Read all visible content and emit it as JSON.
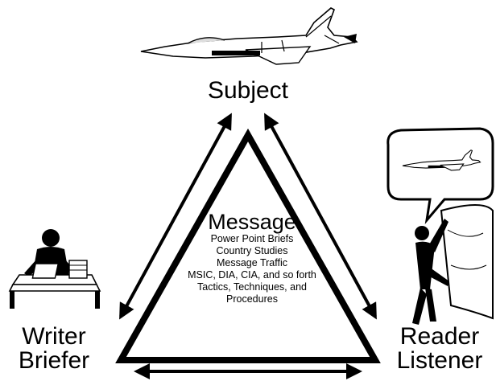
{
  "nodes": {
    "subject": {
      "label": "Subject",
      "icon": "fighter-jet-icon"
    },
    "writer": {
      "line1": "Writer",
      "line2": "Briefer",
      "icon": "person-at-desk-icon"
    },
    "reader": {
      "line1": "Reader",
      "line2": "Listener",
      "icon": "person-reading-icon",
      "thought_icon": "fighter-jet-icon"
    }
  },
  "message": {
    "title": "Message",
    "items": [
      "Power Point Briefs",
      "Country Studies",
      "Message Traffic",
      "MSIC, DIA, CIA, and so forth",
      "Tactics, Techniques, and",
      "Procedures"
    ]
  },
  "colors": {
    "ink": "#000000",
    "paper": "#ffffff"
  }
}
